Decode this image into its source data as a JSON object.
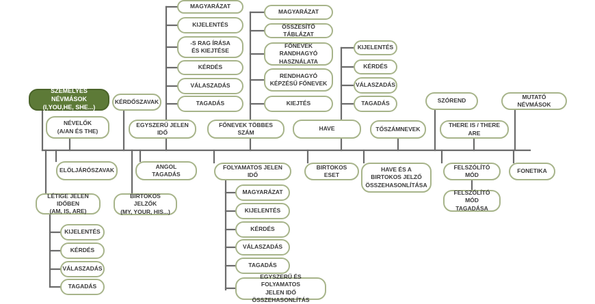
{
  "colors": {
    "line": "#6b6b6b",
    "node_border": "#a7b48a",
    "root_fill": "#5d7a37",
    "text": "#3a3a3a"
  },
  "nodes": {
    "root": "SZEMÉLYES NÉVMÁSOK\n(I,YOU,HE, SHE...)",
    "nevelok": "NÉVELŐK\n(A/AN ÉS THE)",
    "eloljaroszavak": "ELÖLJÁRÓSZAVAK",
    "letige": "LÉTIGE JELEN IDŐBEN\n(AM, IS, ARE)",
    "letige_kijelentes": "KIJELENTÉS",
    "letige_kerdes": "KÉRDÉS",
    "letige_valaszadas": "VÁLASZADÁS",
    "letige_tagadas": "TAGADÁS",
    "kerdoszavak": "KÉRDŐSZAVAK",
    "birtokos_jelzok": "BIRTOKOS JELZŐK\n(MY, YOUR, HIS...)",
    "egyszeru": "EGYSZERŰ JELEN IDŐ",
    "egy_magyarazat": "MAGYARÁZAT",
    "egy_kijelentes": "KIJELENTÉS",
    "egy_srag": "-S RAG ÍRÁSA\nÉS KIEJTÉSE",
    "egy_kerdes": "KÉRDÉS",
    "egy_valaszadas": "VÁLASZADÁS",
    "egy_tagadas": "TAGADÁS",
    "angol_tagadas": "ANGOL TAGADÁS",
    "fonevek": "FŐNEVEK TÖBBES SZÁM",
    "fon_magyarazat": "MAGYARÁZAT",
    "fon_osszesito": "ÖSSZESÍTŐ TÁBLÁZAT",
    "fon_randhagyo": "FŐNEVEK RANDHAGYÓ\nHASZNÁLATA",
    "fon_rendhagyo_kepzesu": "RENDHAGYÓ\nKÉPZÉSŰ FŐNEVEK",
    "fon_kiejtes": "KIEJTÉS",
    "folyamatos": "FOLYAMATOS JELEN IDŐ",
    "fol_magyarazat": "MAGYARÁZAT",
    "fol_kijelentes": "KIJELENTÉS",
    "fol_kerdes": "KÉRDÉS",
    "fol_valaszadas": "VÁLASZADÁS",
    "fol_tagadas": "TAGADÁS",
    "fol_osszehasonlitas": "EGYSZERŰ ÉS FOLYAMATOS\nJELEN IDŐ ÖSSZEHASONLÍTÁS",
    "have": "HAVE",
    "have_kijelentes": "KIJELENTÉS",
    "have_kerdes": "KÉRDÉS",
    "have_valaszadas": "VÁLASZADÁS",
    "have_tagadas": "TAGADÁS",
    "birtokos_eset": "BIRTOKOS ESET",
    "toszamnevek": "TŐSZÁMNEVEK",
    "have_birtokos": "HAVE ÉS A\nBIRTOKOS JELZŐ\nÖSSZEHASONLÍTÁSA",
    "szorend": "SZÓREND",
    "there_is": "THERE IS / THERE ARE",
    "felszolito": "FELSZÓLÍTÓ MÓD",
    "felszolito_tagadasa": "FELSZÓLÍTÓ MÓD\nTAGADÁSA",
    "mutato": "MUTATÓ NÉVMÁSOK",
    "fonetika": "FONETIKA"
  }
}
